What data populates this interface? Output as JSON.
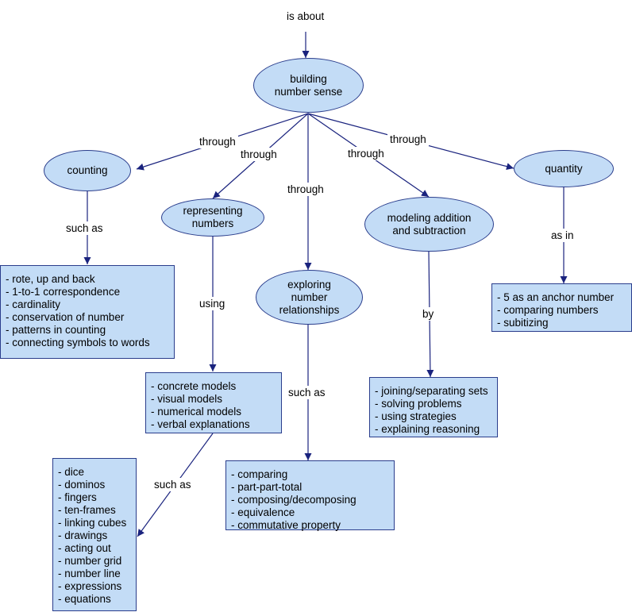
{
  "top_label": "is about",
  "root": "building\nnumber sense",
  "concepts": {
    "counting": "counting",
    "representing": "representing\nnumbers",
    "exploring": "exploring\nnumber\nrelationships",
    "modeling": "modeling addition\nand subtraction",
    "quantity": "quantity"
  },
  "links": {
    "through_counting": "through",
    "through_representing": "through",
    "through_exploring": "through",
    "through_modeling": "through",
    "through_quantity": "through",
    "such_as_counting": "such as",
    "using": "using",
    "such_as_exploring": "such as",
    "by": "by",
    "as_in": "as in",
    "such_as_models": "such as"
  },
  "lists": {
    "counting": [
      "- rote, up and back",
      "- 1-to-1 correspondence",
      "- cardinality",
      "- conservation of number",
      "- patterns in counting",
      "- connecting symbols to words"
    ],
    "models": [
      "- concrete models",
      "- visual models",
      "- numerical models",
      "- verbal explanations"
    ],
    "examples": [
      "- dice",
      "- dominos",
      "- fingers",
      "- ten-frames",
      "- linking cubes",
      "- drawings",
      "- acting out",
      "- number grid",
      "- number line",
      "- expressions",
      "- equations"
    ],
    "relationships": [
      "- comparing",
      "- part-part-total",
      "- composing/decomposing",
      "- equivalence",
      "- commutative property"
    ],
    "operations": [
      "- joining/separating sets",
      "- solving problems",
      "- using strategies",
      "- explaining reasoning"
    ],
    "quantity": [
      "- 5 as an anchor number",
      "- comparing numbers",
      "- subitizing"
    ]
  }
}
